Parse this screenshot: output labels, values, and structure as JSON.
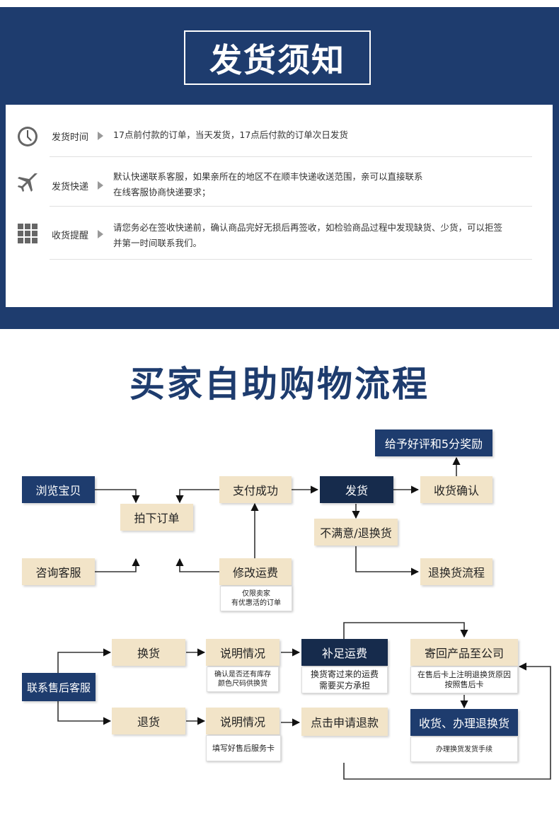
{
  "notice": {
    "title": "发货须知",
    "rows": [
      {
        "label": "发货时间",
        "icon": "clock-icon",
        "text": "17点前付款的订单，当天发货，17点后付款的订单次日发货"
      },
      {
        "label": "发货快递",
        "icon": "airplane-icon",
        "text": "默认快递联系客服，如果亲所在的地区不在顺丰快递收送范围，亲可以直接联系在线客服协商快递要求；"
      },
      {
        "label": "收货提醒",
        "icon": "grid-icon",
        "text": "请您务必在签收快递前，确认商品完好无损后再签收，如检验商品过程中发现缺货、少货，可以拒签并第一时间联系我们。"
      }
    ]
  },
  "flow": {
    "title": "买家自助购物流程",
    "nodes": {
      "browse": "浏览宝贝",
      "place_order": "拍下订单",
      "consult": "咨询客服",
      "pay_success": "支付成功",
      "modify_fee": "修改运费",
      "modify_fee_note": "仅限卖家\n有优惠活的订单",
      "ship": "发货",
      "dissatisfied": "不满意/退换货",
      "confirm_receipt": "收货确认",
      "good_review": "给予好评和5分奖励",
      "return_flow": "退换货流程"
    }
  },
  "aftersale": {
    "contact": "联系售后客服",
    "exchange": "换货",
    "refund": "退货",
    "explain_1": "说明情况",
    "explain_1_note": "确认是否还有库存\n颜色尺码供换货",
    "explain_2": "说明情况",
    "explain_2_note": "填写好售后服务卡",
    "supplement_fee": "补足运费",
    "supplement_note": "换货寄过来的运费\n需要买方承担",
    "apply_refund": "点击申请退款",
    "send_back": "寄回产品至公司",
    "send_back_note": "在售后卡上注明退换货原因\n按照售后卡",
    "receive_process": "收货、办理退换货",
    "receive_note": "办理换货发货手续"
  },
  "colors": {
    "navy": "#1e3c6e",
    "beige": "#f2e4c8",
    "dark": "#162b4c"
  }
}
